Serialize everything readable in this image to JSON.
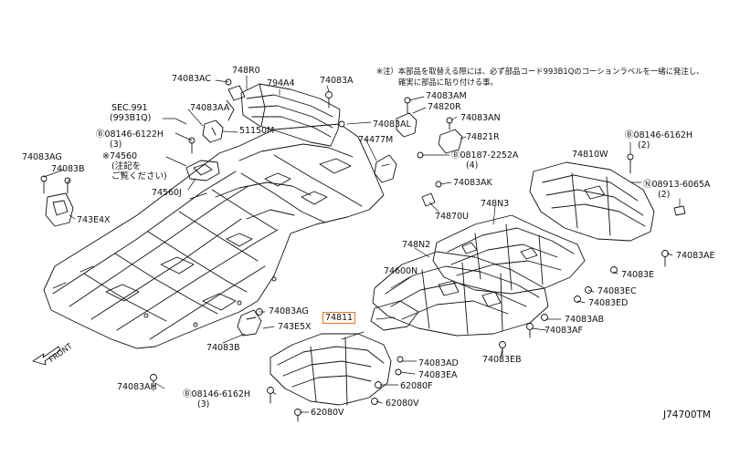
{
  "diagram": {
    "code": "J74700TM",
    "front_label": "FRONT",
    "note_lines": [
      "※注）本部品を取替える際には、必ず部品コード993B1Qのコーションラベルを一緒に発注し、",
      "確実に部品に貼り付ける事。"
    ],
    "colors": {
      "line": "#111111",
      "highlight": "#e8731c",
      "background": "#ffffff"
    },
    "labels": [
      {
        "id": "l-74083ac-top",
        "text": "74083AC"
      },
      {
        "id": "l-748r0",
        "text": "748R0"
      },
      {
        "id": "l-794a4",
        "text": "794A4"
      },
      {
        "id": "l-74083a",
        "text": "74083A"
      },
      {
        "id": "l-sec991",
        "text": "SEC.991"
      },
      {
        "id": "l-99381q",
        "text": "(993B1Q)"
      },
      {
        "id": "l-74083aa",
        "text": "74083AA"
      },
      {
        "id": "l-51150m",
        "text": "51150M"
      },
      {
        "id": "l-08146-6122h",
        "text": "Ⓑ08146-6122H"
      },
      {
        "id": "l-qty3a",
        "text": "(3)"
      },
      {
        "id": "l-74560",
        "text": "※74560"
      },
      {
        "id": "l-74560-note1",
        "text": "(注記を"
      },
      {
        "id": "l-74560-note2",
        "text": "ご覧ください)"
      },
      {
        "id": "l-74560j",
        "text": "74560J"
      },
      {
        "id": "l-74083ag-left",
        "text": "74083AG"
      },
      {
        "id": "l-74083b-left",
        "text": "74083B"
      },
      {
        "id": "l-743e4x",
        "text": "743E4X"
      },
      {
        "id": "l-74083am",
        "text": "74083AM"
      },
      {
        "id": "l-74820r",
        "text": "74820R"
      },
      {
        "id": "l-74083an",
        "text": "74083AN"
      },
      {
        "id": "l-74083al",
        "text": "74083AL"
      },
      {
        "id": "l-74477m",
        "text": "74477M"
      },
      {
        "id": "l-74821r",
        "text": "74821R"
      },
      {
        "id": "l-08187-2252a",
        "text": "Ⓑ08187-2252A"
      },
      {
        "id": "l-qty4",
        "text": "(4)"
      },
      {
        "id": "l-74083ak",
        "text": "74083AK"
      },
      {
        "id": "l-74870u",
        "text": "74870U"
      },
      {
        "id": "l-08146-6162h-r",
        "text": "Ⓑ08146-6162H"
      },
      {
        "id": "l-qty2a",
        "text": "(2)"
      },
      {
        "id": "l-74810w",
        "text": "74810W"
      },
      {
        "id": "l-08913-6065a",
        "text": "Ⓝ08913-6065A"
      },
      {
        "id": "l-qty2b",
        "text": "(2)"
      },
      {
        "id": "l-748n3",
        "text": "748N3"
      },
      {
        "id": "l-748n2",
        "text": "748N2"
      },
      {
        "id": "l-74083ae",
        "text": "74083AE"
      },
      {
        "id": "l-74600n",
        "text": "74600N"
      },
      {
        "id": "l-74083e",
        "text": "74083E"
      },
      {
        "id": "l-74083ec",
        "text": "74083EC"
      },
      {
        "id": "l-74083ed",
        "text": "74083ED"
      },
      {
        "id": "l-74083ag-mid",
        "text": "74083AG"
      },
      {
        "id": "l-74811",
        "text": "74811"
      },
      {
        "id": "l-743e5x",
        "text": "743E5X"
      },
      {
        "id": "l-74083ab",
        "text": "74083AB"
      },
      {
        "id": "l-74083af",
        "text": "74083AF"
      },
      {
        "id": "l-74083b-mid",
        "text": "74083B"
      },
      {
        "id": "l-74083eb",
        "text": "74083EB"
      },
      {
        "id": "l-74083ad",
        "text": "74083AD"
      },
      {
        "id": "l-74083ea",
        "text": "74083EA"
      },
      {
        "id": "l-62080f",
        "text": "62080F"
      },
      {
        "id": "l-74083ah",
        "text": "74083AH"
      },
      {
        "id": "l-08146-6162h-b",
        "text": "Ⓑ08146-6162H"
      },
      {
        "id": "l-qty3b",
        "text": "(3)"
      },
      {
        "id": "l-62080v-a",
        "text": "62080V"
      },
      {
        "id": "l-62080v-b",
        "text": "62080V"
      }
    ]
  }
}
